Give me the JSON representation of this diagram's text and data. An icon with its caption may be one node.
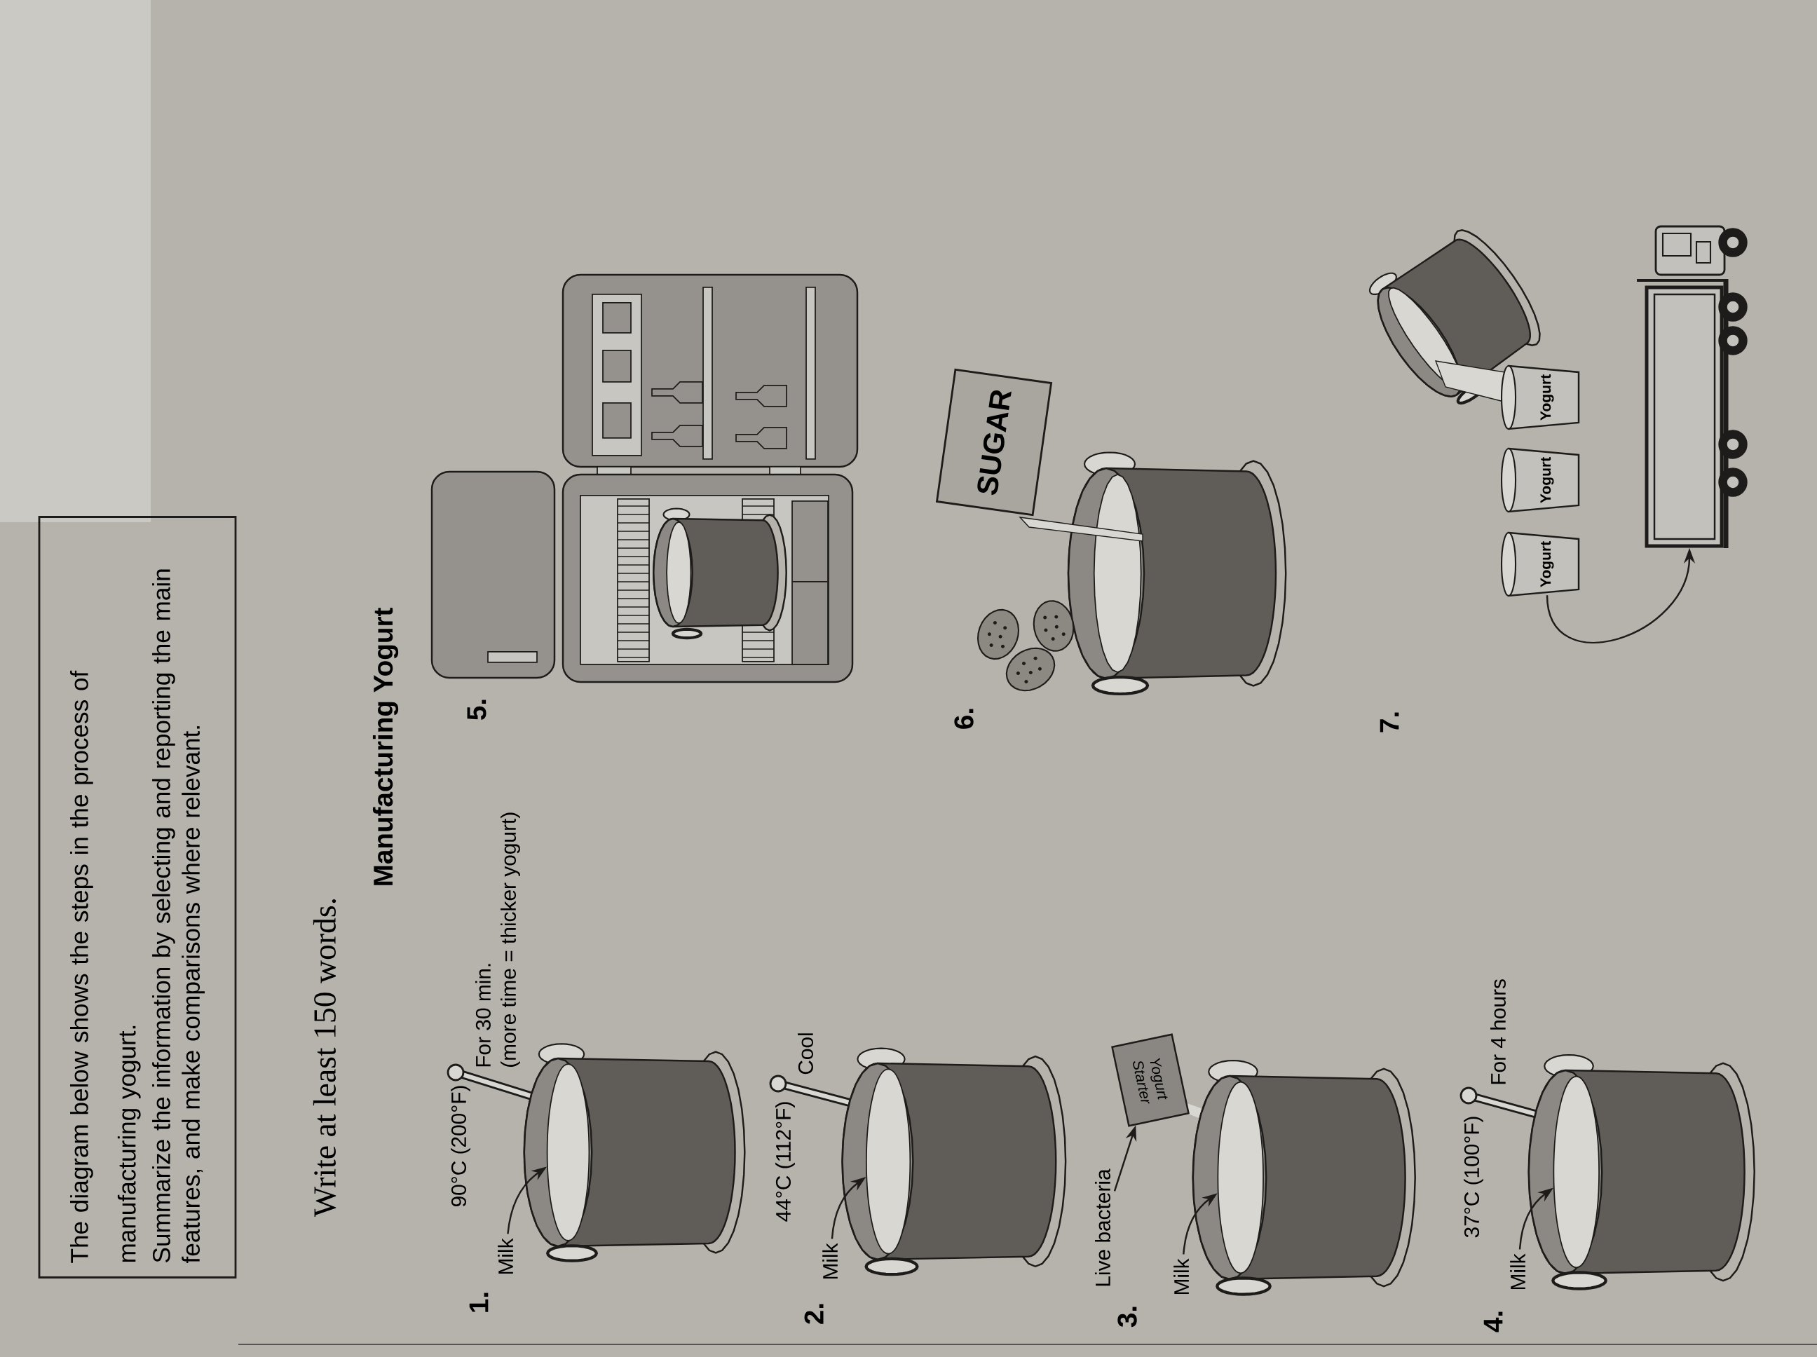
{
  "diagram": {
    "title": "Manufacturing Yogurt",
    "nodes": [
      {
        "text": [
          "The diagram below shows the steps in the process of manufacturing yogurt.",
          "Summarize the information by selecting and reporting the main features, and make comparisons where relevant."
        ]
      },
      {
        "text": [
          "Milk"
        ]
      },
      {
        "text": [],
        "shape": "picture"
      },
      {
        "text": [
          "Milk"
        ]
      },
      {
        "text": [],
        "shape": "picture"
      },
      {
        "text": [
          "Live bacteria"
        ]
      },
      {
        "text": [
          "Yogurt Starter"
        ]
      },
      {
        "text": [
          "Milk"
        ]
      },
      {
        "text": [],
        "shape": "picture"
      },
      {
        "text": [
          "Milk"
        ]
      },
      {
        "text": [],
        "shape": "picture"
      },
      {
        "text": [
          "SUGAR"
        ]
      },
      {
        "text": [
          "Yogurt"
        ]
      },
      {
        "text": [
          "Yogurt"
        ]
      },
      {
        "text": [
          "Yogurt"
        ]
      },
      {
        "text": [],
        "shape": "picture"
      }
    ],
    "edges": [
      {
        "from": 1,
        "to": 2,
        "arrow": "to"
      },
      {
        "from": 3,
        "to": 4,
        "arrow": "to"
      },
      {
        "from": 5,
        "to": 6,
        "arrow": "to"
      },
      {
        "from": 7,
        "to": 8,
        "arrow": "to"
      },
      {
        "from": 9,
        "to": 10,
        "arrow": "to"
      },
      {
        "from": 12,
        "to": 15,
        "arrow": "to"
      }
    ],
    "labels": [
      "Write at least 150 words.",
      "1.",
      "90°C (200°F)",
      "For 30 min.",
      "(more time = thicker yogurt)",
      "5.",
      "2.",
      "44°C (112°F)",
      "Cool",
      "6.",
      "3.",
      "7.",
      "4.",
      "37°C (100°F)",
      "For 4 hours"
    ]
  }
}
